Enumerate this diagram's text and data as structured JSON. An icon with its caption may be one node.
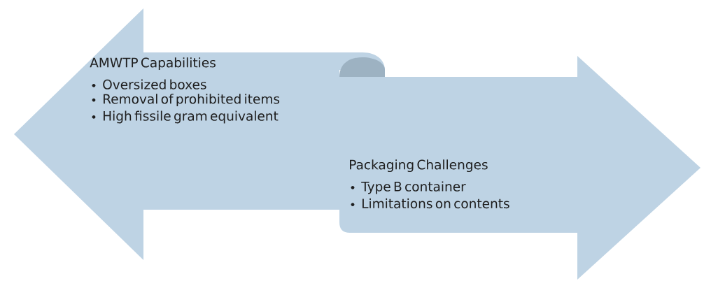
{
  "diagram": {
    "nodes": [
      {
        "text": [
          "AMWTP Capabilities",
          "Oversized boxes",
          "Removal of prohibited items",
          "High fissile gram equivalent"
        ]
      },
      {
        "text": [
          "Packaging Challenges",
          "Type B container",
          "Limitations on contents"
        ]
      }
    ]
  }
}
